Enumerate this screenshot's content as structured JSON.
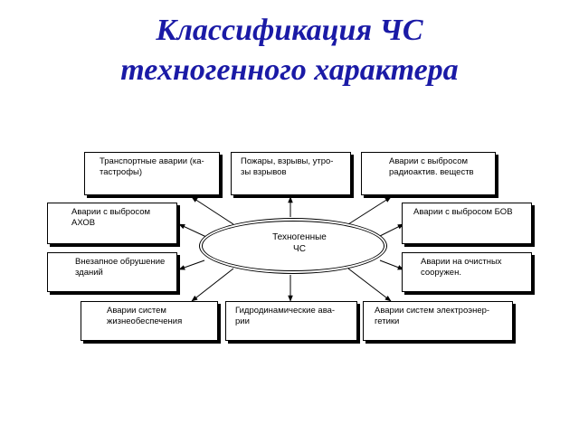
{
  "title": {
    "line1": "Классификация ЧС",
    "line2": "техногенного характера"
  },
  "center": {
    "label": "Техногенные ЧС"
  },
  "boxes": {
    "transport": "Транспортные аварии (ка- тастрофы)",
    "fires": "Пожары, взрывы, утро- зы взрывов",
    "radioactive": "Аварии с выбросом радиоактив. веществ",
    "ahov": "Аварии с выбросом АХОВ",
    "bov": "Аварии с выбросом БОВ",
    "collapse": "Внезапное обрушение зданий",
    "treatment": "Аварии на очистных сооружен.",
    "life_support": "Аварии систем жизнеобеспечения",
    "hydro": "Гидродинамические ава- рии",
    "power": "Аварии систем электроэнер- гетики"
  }
}
